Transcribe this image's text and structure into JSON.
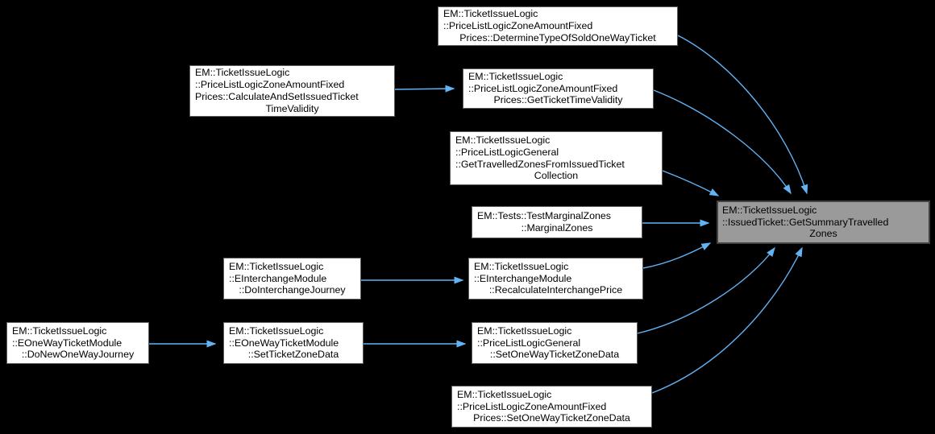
{
  "graph": {
    "background_color": "#000000",
    "arrow_color": "#63b2f3",
    "node_fill": "#ffffff",
    "node_border": "#5d5d5d",
    "highlight_fill": "#9a9a9a",
    "highlight_border": "#424242",
    "text_color": "#000000",
    "nodes": [
      {
        "id": "determine-type-of-sold-one-way-ticket",
        "lines": [
          "EM::TicketIssueLogic",
          "::PriceListLogicZoneAmountFixed",
          "Prices::DetermineTypeOfSoldOneWayTicket"
        ]
      },
      {
        "id": "calculate-and-set-issued-ticket-time-validity",
        "lines": [
          "EM::TicketIssueLogic",
          "::PriceListLogicZoneAmountFixed",
          "Prices::CalculateAndSetIssuedTicket",
          "TimeValidity"
        ]
      },
      {
        "id": "get-ticket-time-validity",
        "lines": [
          "EM::TicketIssueLogic",
          "::PriceListLogicZoneAmountFixed",
          "Prices::GetTicketTimeValidity"
        ]
      },
      {
        "id": "get-travelled-zones-from-issued-ticket-collection",
        "lines": [
          "EM::TicketIssueLogic",
          "::PriceListLogicGeneral",
          "::GetTravelledZonesFromIssuedTicket",
          "Collection"
        ]
      },
      {
        "id": "test-marginal-zones",
        "lines": [
          "EM::Tests::TestMarginalZones",
          "::MarginalZones"
        ]
      },
      {
        "id": "do-interchange-journey",
        "lines": [
          "EM::TicketIssueLogic",
          "::EInterchangeModule",
          "::DoInterchangeJourney"
        ]
      },
      {
        "id": "recalculate-interchange-price",
        "lines": [
          "EM::TicketIssueLogic",
          "::EInterchangeModule",
          "::RecalculateInterchangePrice"
        ]
      },
      {
        "id": "do-new-one-way-journey",
        "lines": [
          "EM::TicketIssueLogic",
          "::EOneWayTicketModule",
          "::DoNewOneWayJourney"
        ]
      },
      {
        "id": "set-ticket-zone-data",
        "lines": [
          "EM::TicketIssueLogic",
          "::EOneWayTicketModule",
          "::SetTicketZoneData"
        ]
      },
      {
        "id": "general-set-one-way-ticket-zone-data",
        "lines": [
          "EM::TicketIssueLogic",
          "::PriceListLogicGeneral",
          "::SetOneWayTicketZoneData"
        ]
      },
      {
        "id": "fixed-prices-set-one-way-ticket-zone-data",
        "lines": [
          "EM::TicketIssueLogic",
          "::PriceListLogicZoneAmountFixed",
          "Prices::SetOneWayTicketZoneData"
        ]
      },
      {
        "id": "get-summary-travelled-zones",
        "lines": [
          "EM::TicketIssueLogic",
          "::IssuedTicket::GetSummaryTravelled",
          "Zones"
        ],
        "highlighted": true
      }
    ],
    "edges": [
      {
        "from": "determine-type-of-sold-one-way-ticket",
        "to": "get-summary-travelled-zones"
      },
      {
        "from": "calculate-and-set-issued-ticket-time-validity",
        "to": "get-ticket-time-validity"
      },
      {
        "from": "get-ticket-time-validity",
        "to": "get-summary-travelled-zones"
      },
      {
        "from": "get-travelled-zones-from-issued-ticket-collection",
        "to": "get-summary-travelled-zones"
      },
      {
        "from": "test-marginal-zones",
        "to": "get-summary-travelled-zones"
      },
      {
        "from": "do-interchange-journey",
        "to": "recalculate-interchange-price"
      },
      {
        "from": "recalculate-interchange-price",
        "to": "get-summary-travelled-zones"
      },
      {
        "from": "do-new-one-way-journey",
        "to": "set-ticket-zone-data"
      },
      {
        "from": "set-ticket-zone-data",
        "to": "general-set-one-way-ticket-zone-data"
      },
      {
        "from": "general-set-one-way-ticket-zone-data",
        "to": "get-summary-travelled-zones"
      },
      {
        "from": "fixed-prices-set-one-way-ticket-zone-data",
        "to": "get-summary-travelled-zones"
      }
    ]
  }
}
